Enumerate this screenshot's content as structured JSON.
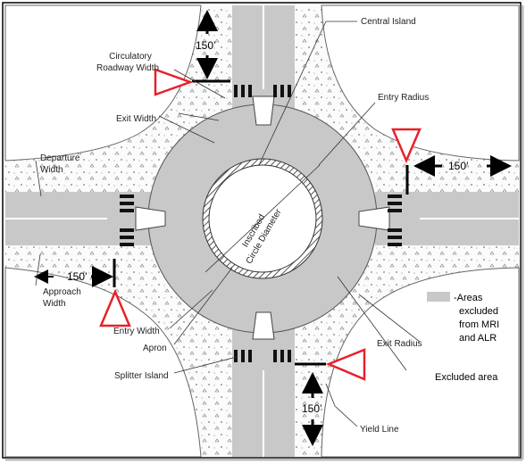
{
  "labels": {
    "central_island": "Central Island",
    "circulatory_roadway_width_1": "Circulatory",
    "circulatory_roadway_width_2": "Roadway Width",
    "entry_radius": "Entry Radius",
    "exit_width": "Exit Width",
    "apron": "Apron",
    "departure_width_1": "Departure",
    "departure_width_2": "Width",
    "approach_width_1": "Approach",
    "approach_width_2": "Width",
    "inscribed_diameter_1": "Inscribed",
    "inscribed_diameter_2": "Circle Diameter",
    "entry_width": "Entry Width",
    "splitter_island": "Splitter Island",
    "exit_radius": "Exit Radius",
    "yield_line": "Yield Line"
  },
  "distances": {
    "top": "150’",
    "right": "150’",
    "left": "150’",
    "bottom": "150’"
  },
  "legend": {
    "line1": "-Areas",
    "line2": "excluded",
    "line3": "from MRI",
    "line4": "and ALR",
    "excluded_area": "Excluded area"
  },
  "colors": {
    "excluded_gray": "#c8c8c8",
    "yield_triangle": "#e8202a",
    "road_line": "#777777"
  }
}
